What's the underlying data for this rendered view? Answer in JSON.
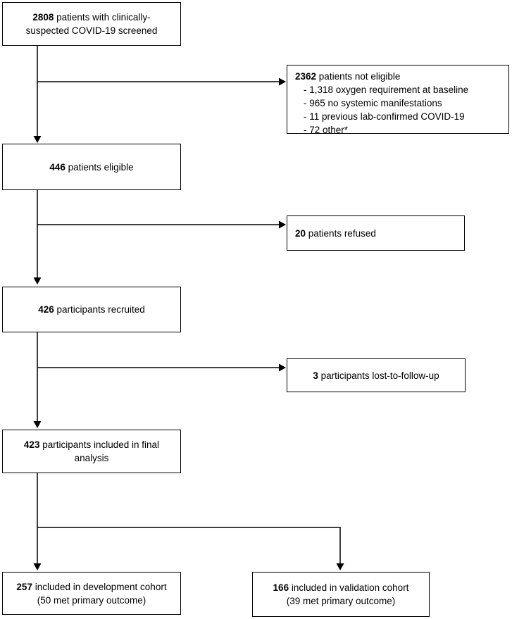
{
  "colors": {
    "background": "#ffffff",
    "line": "#000000",
    "text": "#000000"
  },
  "boxes": {
    "screened": {
      "count": "2808",
      "line1_rest": " patients with clinically-",
      "line2": "suspected COVID-19 screened"
    },
    "not_eligible": {
      "count": "2362",
      "line1_rest": " patients not eligible",
      "reasons": [
        "- 1,318 oxygen requirement at baseline",
        "- 965 no systemic manifestations",
        "- 11 previous lab-confirmed COVID-19",
        "- 72 other*"
      ]
    },
    "eligible": {
      "count": "446",
      "line1_rest": " patients eligible"
    },
    "refused": {
      "count": "20",
      "line1_rest": " patients refused"
    },
    "recruited": {
      "count": "426",
      "line1_rest": " participants recruited"
    },
    "lost_followup": {
      "count": "3",
      "line1_rest": " participants lost-to-follow-up"
    },
    "final_analysis": {
      "count": "423",
      "line1_rest": " participants included in final",
      "line2": "analysis"
    },
    "development_cohort": {
      "count": "257",
      "line1_rest": " included in development cohort",
      "line2": "(50 met primary outcome)"
    },
    "validation_cohort": {
      "count": "166",
      "line1_rest": " included in validation cohort",
      "line2": "(39 met primary outcome)"
    }
  }
}
